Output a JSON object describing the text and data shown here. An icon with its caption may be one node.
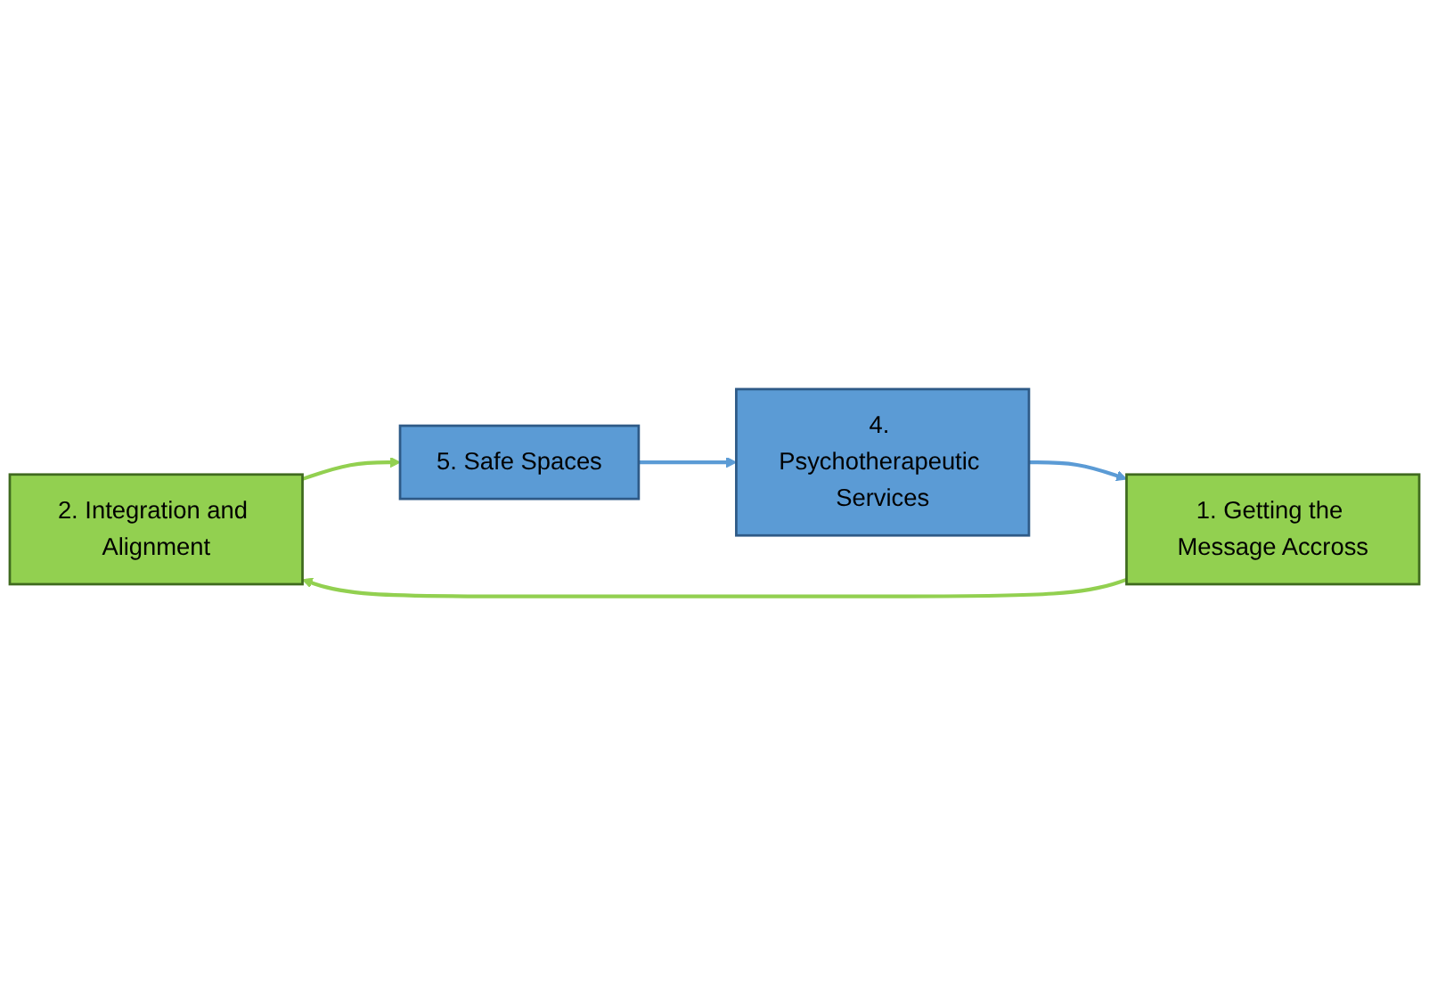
{
  "diagram": {
    "nodes": [
      {
        "text": [
          "2. Integration and Alignment"
        ]
      },
      {
        "text": [
          "5. Safe Spaces"
        ]
      },
      {
        "text": [
          "1. Getting the Message Accross"
        ]
      },
      {
        "text": [
          "4. Psychotherapeutic Services"
        ]
      }
    ],
    "edges": [
      {
        "from": 2,
        "to": 0,
        "arrow": "to",
        "color": "#92d050"
      },
      {
        "from": 0,
        "to": 1,
        "arrow": "to",
        "color": "#92d050"
      },
      {
        "from": 1,
        "to": 3,
        "arrow": "to",
        "color": "#5b9bd5"
      },
      {
        "from": 3,
        "to": 2,
        "arrow": "to",
        "color": "#5b9bd5"
      }
    ]
  }
}
